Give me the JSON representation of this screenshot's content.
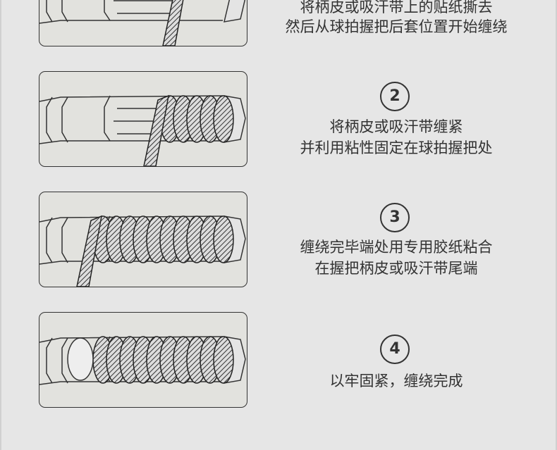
{
  "steps": [
    {
      "number": "",
      "lines": [
        "将柄皮或吸汗带上的贴纸撕去",
        "然后从球拍握把后套位置开始缠绕"
      ]
    },
    {
      "number": "2",
      "lines": [
        "将柄皮或吸汗带缠紧",
        "并利用粘性固定在球拍握把处"
      ]
    },
    {
      "number": "3",
      "lines": [
        "缠绕完毕端处用专用胶纸粘合",
        "在握把柄皮或吸汗带尾端"
      ]
    },
    {
      "number": "4",
      "lines": [
        "以牢固紧，缠绕完成"
      ]
    }
  ],
  "colors": {
    "background": "#e6e6e6",
    "text": "#333333",
    "panel": "#e2e2de"
  }
}
